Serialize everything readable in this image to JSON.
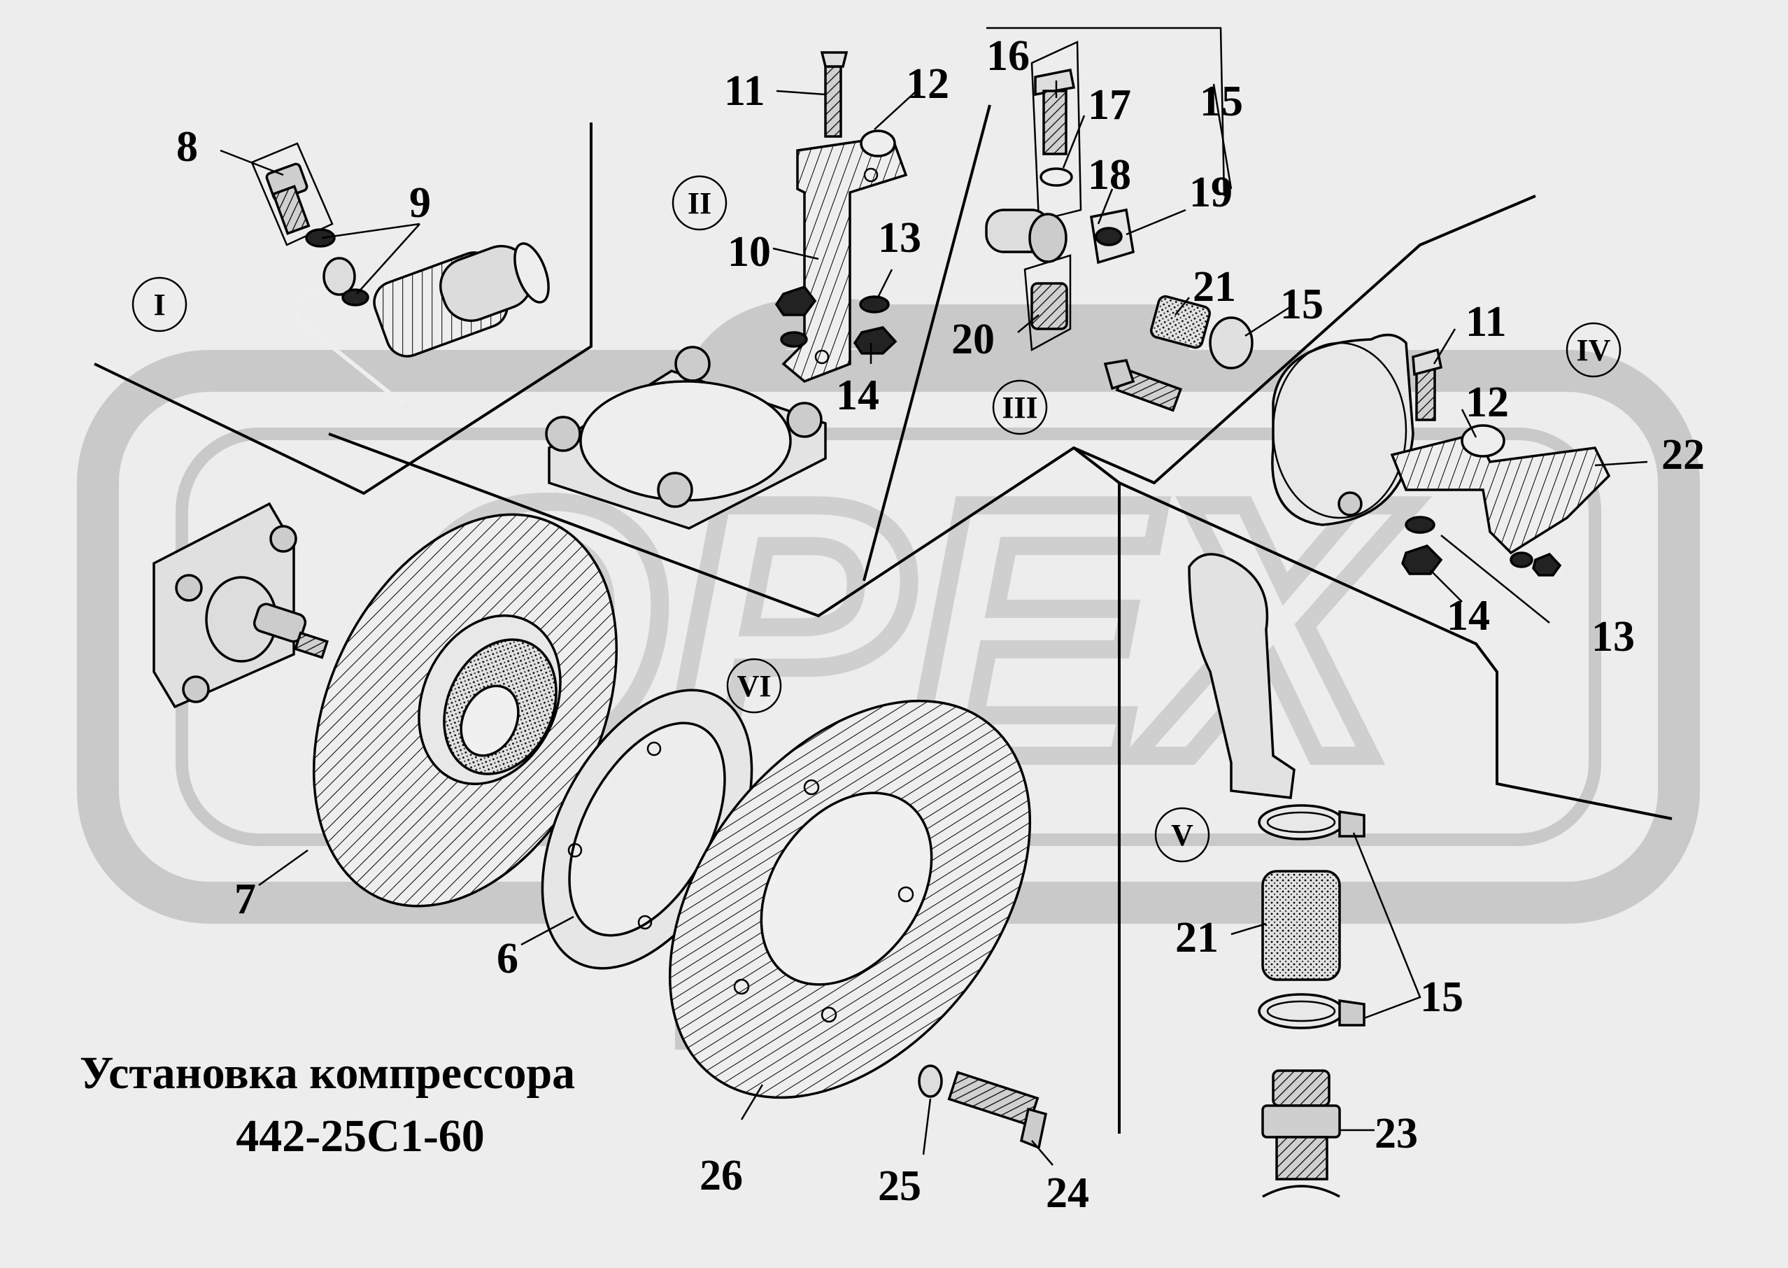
{
  "title": {
    "line1": "Установка компрессора",
    "line2": "442-25С1-60"
  },
  "watermark": "OPEX",
  "sections": [
    "I",
    "II",
    "III",
    "IV",
    "V",
    "VI"
  ],
  "callouts": {
    "n6": "6",
    "n7": "7",
    "n8": "8",
    "n9": "9",
    "n10": "10",
    "n11a": "11",
    "n11b": "11",
    "n12a": "12",
    "n12b": "12",
    "n13a": "13",
    "n13b": "13",
    "n14a": "14",
    "n14b": "14",
    "n15a": "15",
    "n15b": "15",
    "n15c": "15",
    "n16": "16",
    "n17": "17",
    "n18": "18",
    "n19": "19",
    "n20": "20",
    "n21a": "21",
    "n21b": "21",
    "n22": "22",
    "n23": "23",
    "n24": "24",
    "n25": "25",
    "n26": "26"
  },
  "colors": {
    "background": "#ededed",
    "line": "#000000",
    "watermark": "#c9c9c9",
    "part_fill": "#e4e4e4"
  }
}
